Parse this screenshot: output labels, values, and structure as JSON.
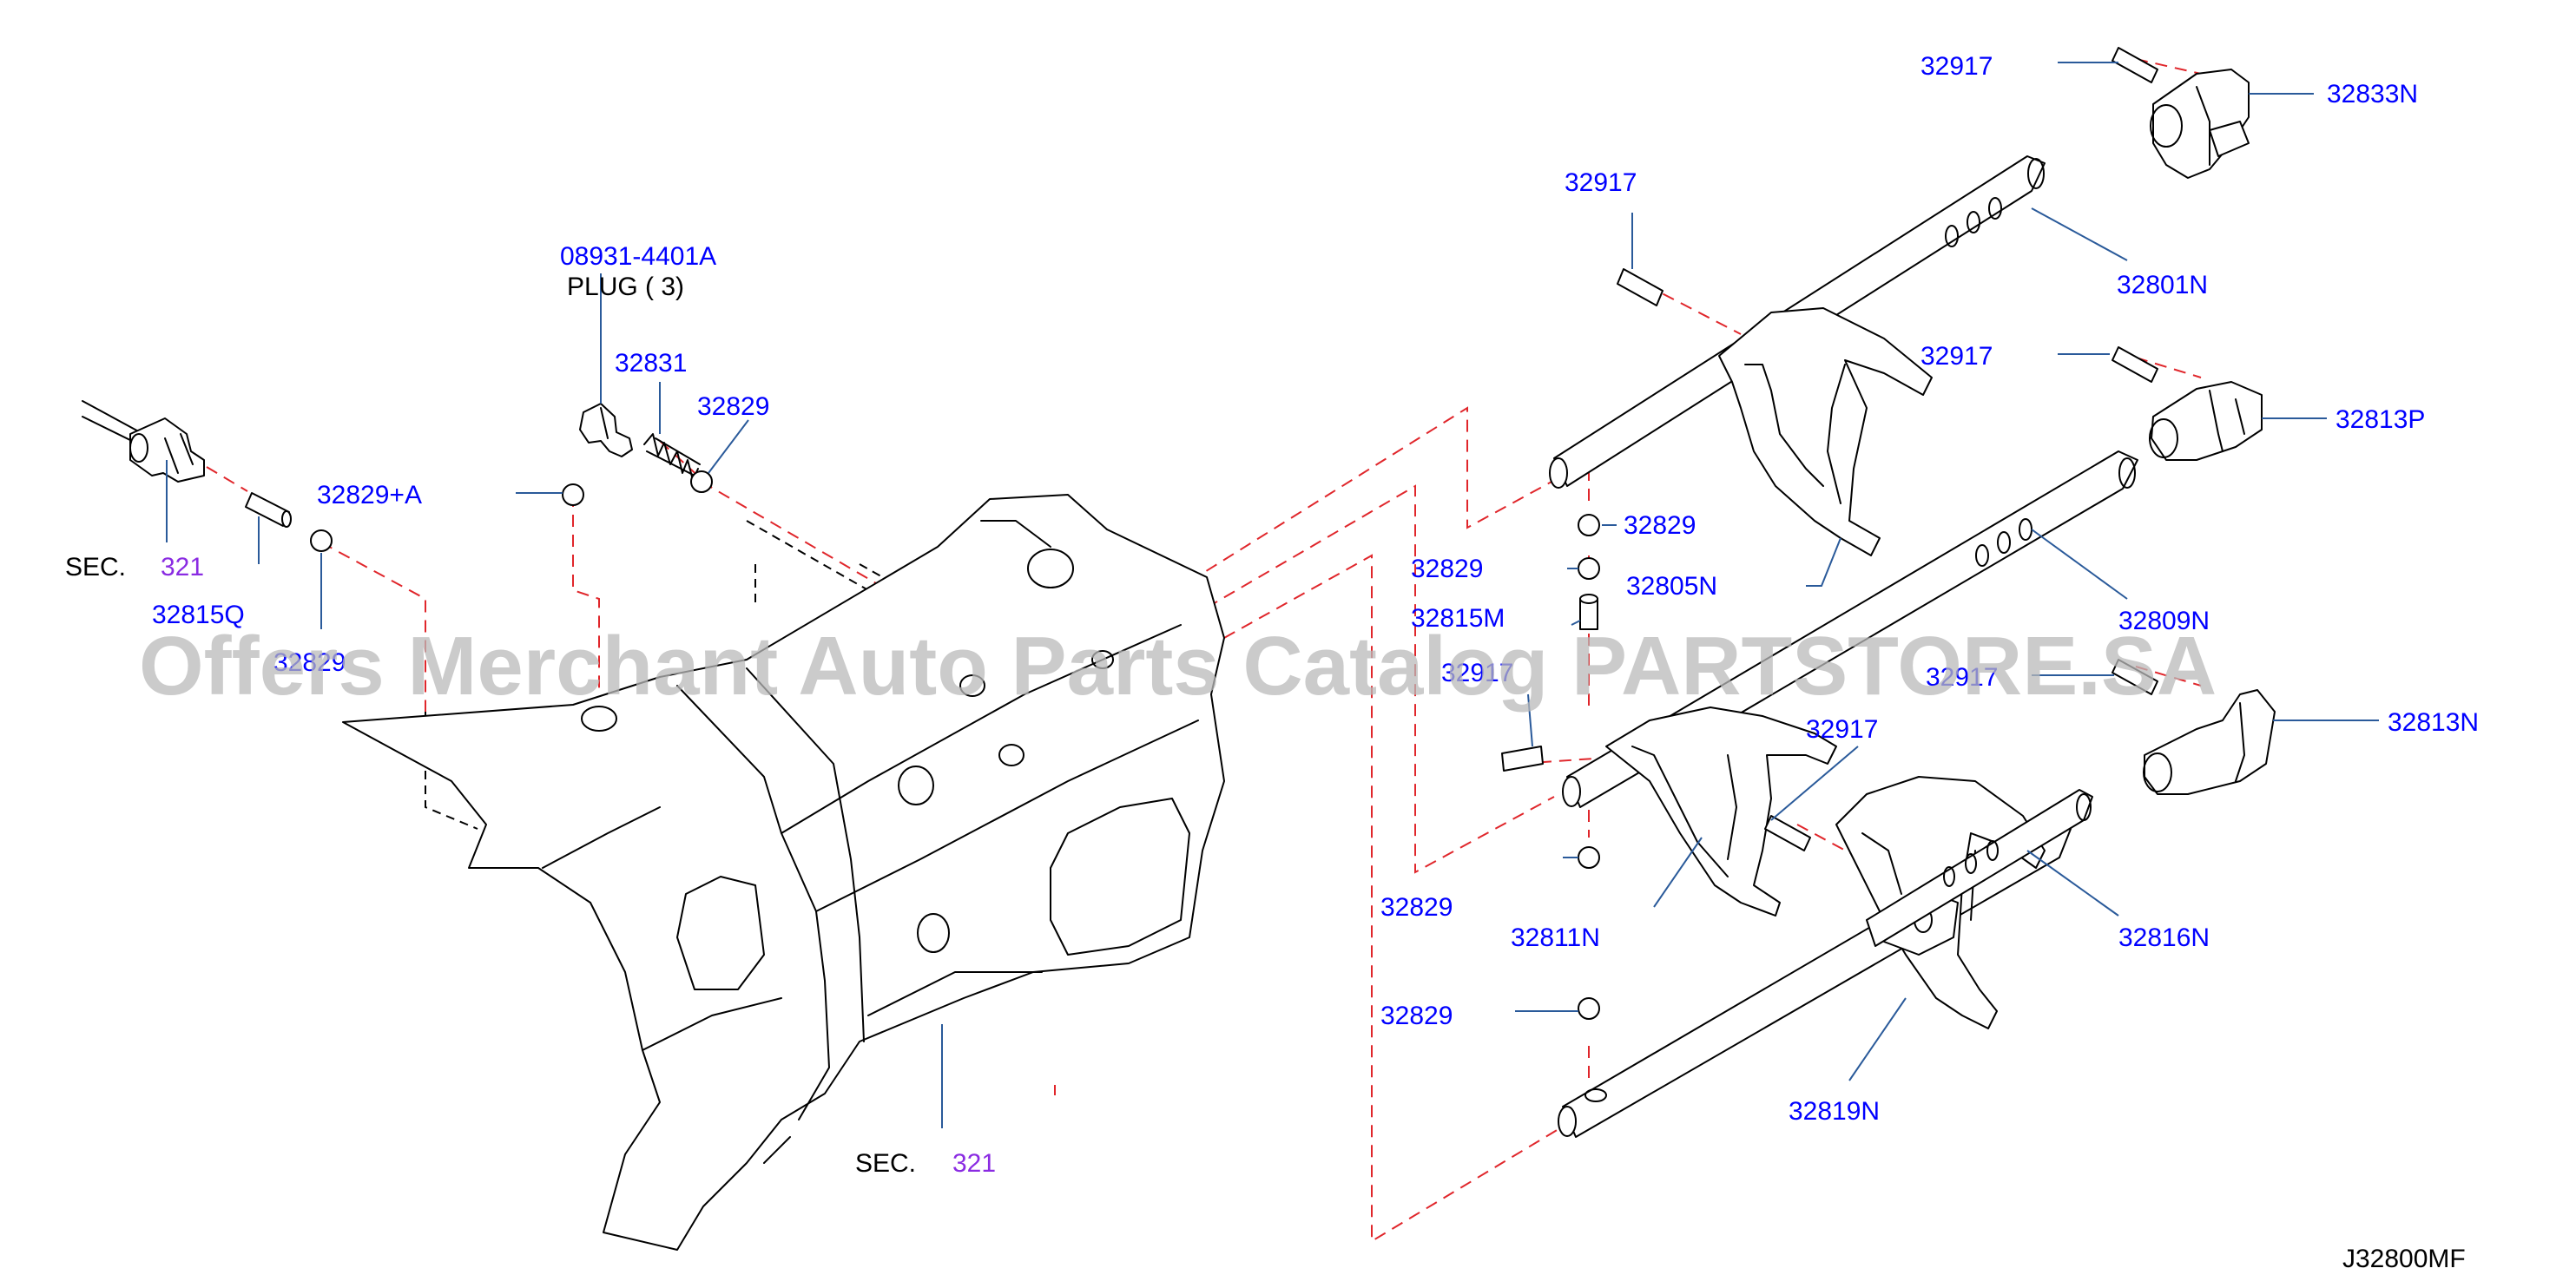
{
  "diagram": {
    "reference_code": "J32800MF",
    "watermark": "Offers Merchant Auto Parts Catalog PARTSTORE.SA",
    "callouts": {
      "c32917_a": "32917",
      "c32833N": "32833N",
      "c32917_b": "32917",
      "c32801N": "32801N",
      "c32917_c": "32917",
      "c32813P": "32813P",
      "c32829_a": "32829",
      "c32829_b": "32829",
      "c32805N": "32805N",
      "c32815M": "32815M",
      "c32809N": "32809N",
      "c32917_d": "32917",
      "c32917_e": "32917",
      "c32813N": "32813N",
      "c32917_f": "32917",
      "c32816N": "32816N",
      "c32829_c": "32829",
      "c32811N": "32811N",
      "c32829_d": "32829",
      "c32819N": "32819N",
      "c08931": "08931-4401A",
      "c32831": "32831",
      "c32829_e": "32829",
      "c32829A": "32829+A",
      "c32815Q": "32815Q",
      "c32829_f": "32829"
    },
    "plug_label": "PLUG ( 3)",
    "sec_left": {
      "prefix": "SEC.",
      "number": "321"
    },
    "sec_bottom": {
      "prefix": "SEC.",
      "number": "321"
    }
  }
}
